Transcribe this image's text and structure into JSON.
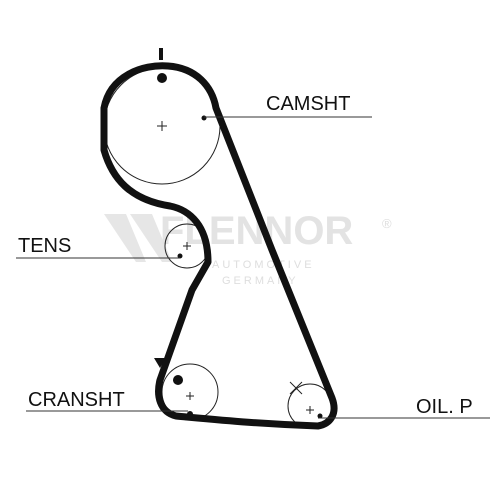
{
  "labels": {
    "camshaft": "CAMSHT",
    "tensioner": "TENS",
    "crankshaft": "CRANSHT",
    "oil_pump": "OIL. P"
  },
  "watermark": {
    "brand": "FLENNOR",
    "registered": "®",
    "line1": "AUTOMOTIVE",
    "line2": "GERMANY"
  },
  "colors": {
    "belt": "#111111",
    "pulley_outline": "#222222",
    "watermark": "#e3e3e3"
  }
}
